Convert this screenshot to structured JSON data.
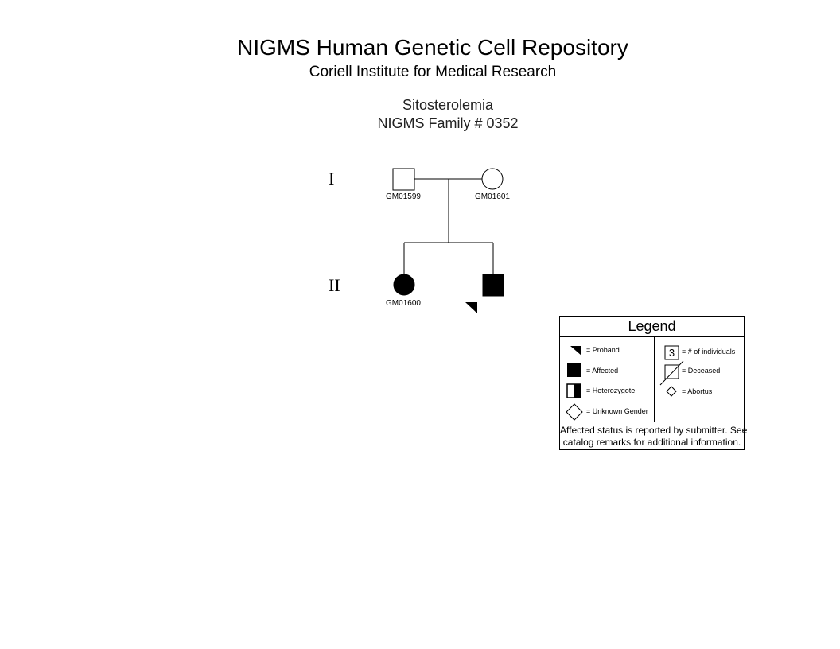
{
  "header": {
    "title": "NIGMS Human Genetic Cell Repository",
    "subtitle": "Coriell Institute for Medical Research"
  },
  "pedigree": {
    "disorder": "Sitosterolemia",
    "family": "NIGMS Family # 0352",
    "generations": [
      "I",
      "II"
    ],
    "individuals": [
      {
        "id": "GM01599",
        "generation": "I",
        "sex": "male",
        "affected": false
      },
      {
        "id": "GM01601",
        "generation": "I",
        "sex": "female",
        "affected": false
      },
      {
        "id": "GM01600",
        "generation": "II",
        "sex": "female",
        "affected": true
      },
      {
        "id": "",
        "generation": "II",
        "sex": "male",
        "affected": true,
        "proband": true
      }
    ]
  },
  "legend": {
    "title": "Legend",
    "items_left": [
      "= Proband",
      "= Affected",
      "= Heterozygote",
      "= Unknown Gender"
    ],
    "items_right": [
      "= # of individuals",
      "= Deceased",
      "= Abortus"
    ],
    "count_example": "3",
    "note_line1": "Affected status is reported by submitter. See",
    "note_line2": "catalog remarks for additional information."
  }
}
